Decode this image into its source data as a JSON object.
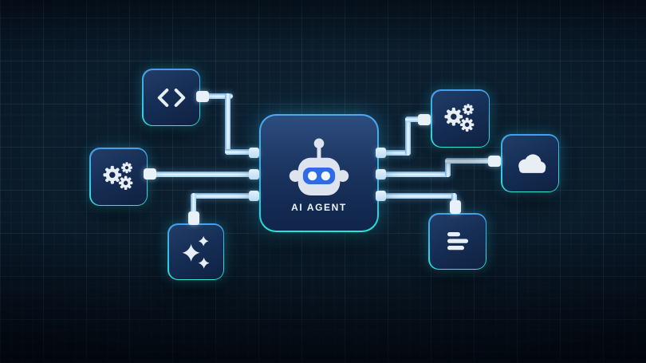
{
  "diagram": {
    "title": "AI agent connections diagram",
    "center": {
      "label": "AI AGENT",
      "icon": "robot-icon"
    },
    "nodes": [
      {
        "id": "code",
        "icon": "code-icon",
        "position": "top-left"
      },
      {
        "id": "settings-left",
        "icon": "gears-icon",
        "position": "left"
      },
      {
        "id": "sparkles",
        "icon": "sparkles-icon",
        "position": "bottom-left"
      },
      {
        "id": "settings-right",
        "icon": "gears-icon",
        "position": "top-right"
      },
      {
        "id": "cloud",
        "icon": "cloud-icon",
        "position": "right"
      },
      {
        "id": "list",
        "icon": "list-icon",
        "position": "bottom-right"
      }
    ],
    "colors": {
      "background_dark": "#04080f",
      "background_teal": "#0e2334",
      "node_fill_top": "#213d68",
      "node_fill_bottom": "#0e2141",
      "border_blue": "#4b9be6",
      "border_cyan": "#2de9d2",
      "wire_blue": "#a9d6f4",
      "stub_white": "#e9f1f8",
      "icon_white": "#e8eef5",
      "visor_blue": "#2f6be4",
      "label_color": "#eef3f9"
    }
  }
}
